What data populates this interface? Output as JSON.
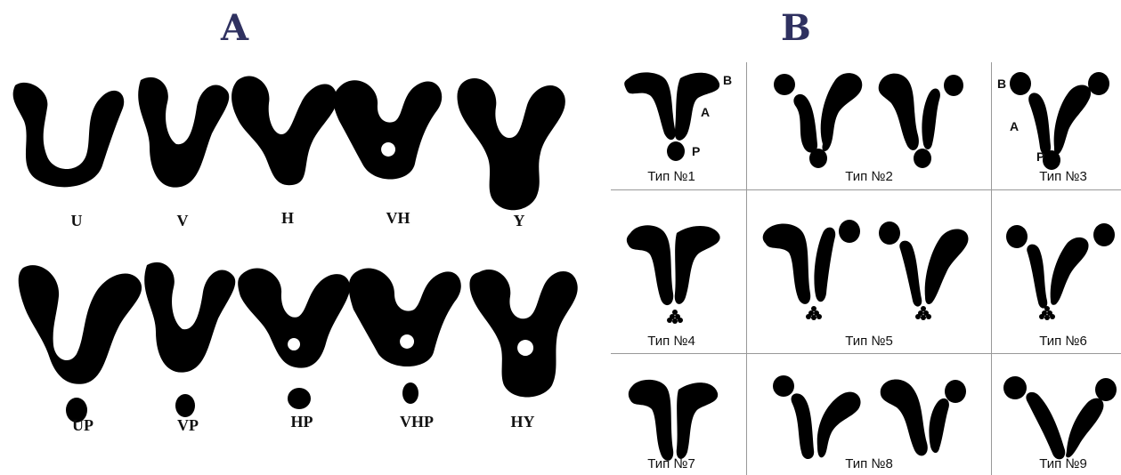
{
  "panels": {
    "a_letter": "A",
    "b_letter": "B"
  },
  "panel_a": {
    "top_row": [
      "U",
      "V",
      "H",
      "VH",
      "Y"
    ],
    "bottom_row": [
      "UP",
      "VP",
      "HP",
      "VHP",
      "HY"
    ]
  },
  "panel_b": {
    "types": [
      "Тип №1",
      "Тип №2",
      "Тип №3",
      "Тип №4",
      "Тип №5",
      "Тип №6",
      "Тип №7",
      "Тип №8",
      "Тип №9"
    ],
    "markers": {
      "b": "B",
      "a": "A",
      "p": "P"
    }
  },
  "colors": {
    "panel_letter": "#2f3160",
    "shapes": "#000000",
    "grid_lines": "#999999"
  }
}
